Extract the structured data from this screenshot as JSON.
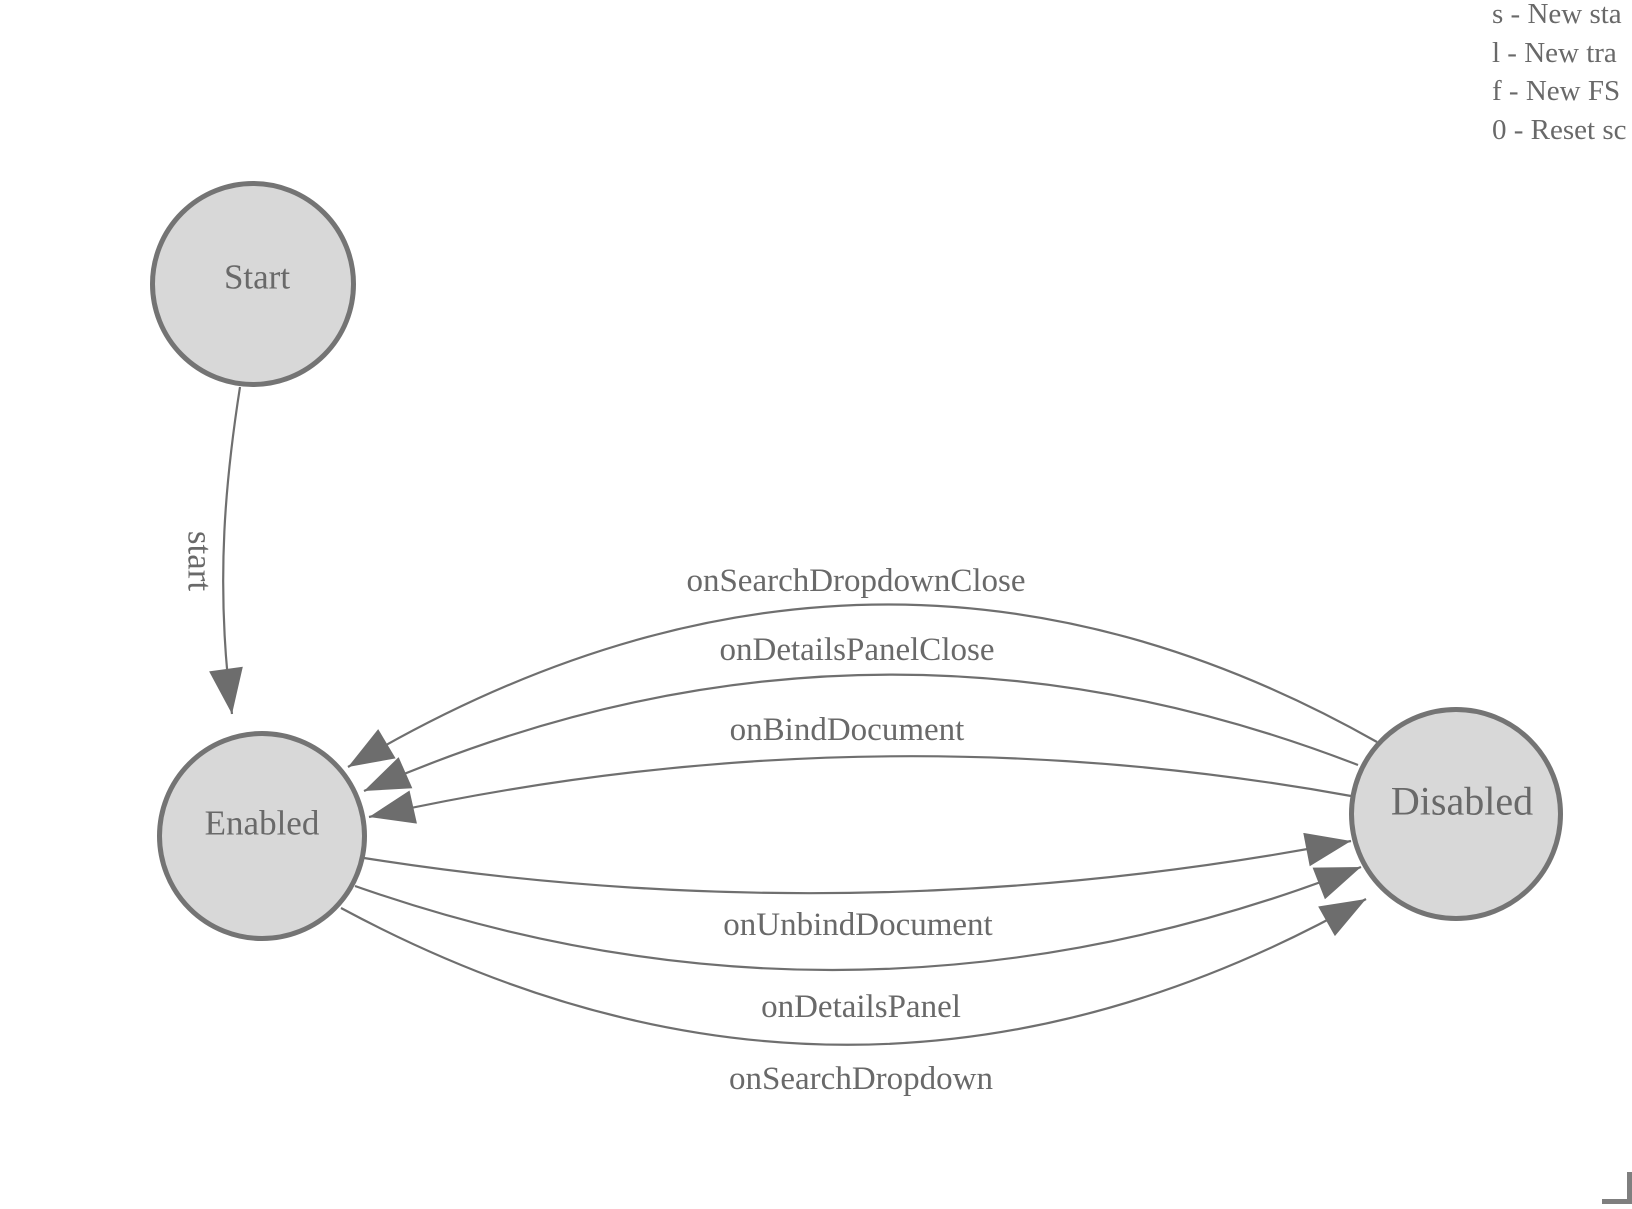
{
  "legend": {
    "lines": [
      "s - New sta",
      "l - New tra",
      "f - New FS",
      "0 - Reset sc"
    ]
  },
  "diagram": {
    "states": [
      {
        "id": "start",
        "label": "Start"
      },
      {
        "id": "enabled",
        "label": "Enabled"
      },
      {
        "id": "disabled",
        "label": "Disabled"
      }
    ],
    "transitions": [
      {
        "label": "start",
        "from": "Start",
        "to": "Enabled"
      },
      {
        "label": "onSearchDropdownClose",
        "from": "Disabled",
        "to": "Enabled"
      },
      {
        "label": "onDetailsPanelClose",
        "from": "Disabled",
        "to": "Enabled"
      },
      {
        "label": "onBindDocument",
        "from": "Disabled",
        "to": "Enabled"
      },
      {
        "label": "onUnbindDocument",
        "from": "Enabled",
        "to": "Disabled"
      },
      {
        "label": "onDetailsPanel",
        "from": "Enabled",
        "to": "Disabled"
      },
      {
        "label": "onSearchDropdown",
        "from": "Enabled",
        "to": "Disabled"
      }
    ]
  },
  "colors": {
    "node_fill": "#d8d8d8",
    "node_stroke": "#747474",
    "edge_stroke": "#6f6f6f",
    "arrow_fill": "#6d6d6d",
    "text": "#696969",
    "corner": "#7f7f7f"
  }
}
